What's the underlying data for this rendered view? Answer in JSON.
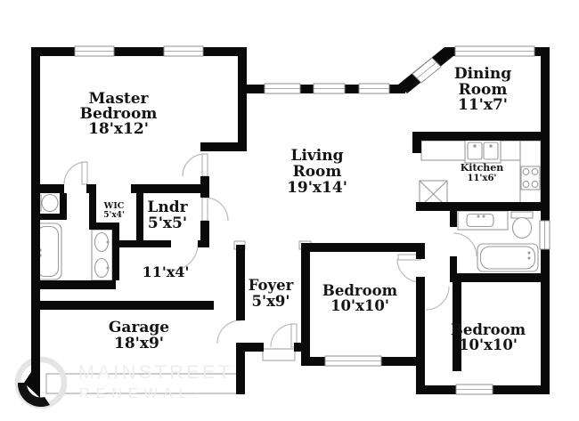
{
  "image": {
    "type": "residential floor plan"
  },
  "colors": {
    "wall": "#0a0a0a",
    "fixture_line": "#9b9b9b",
    "door_arc": "#bcbcbc",
    "window_frame": "#8f8f8f",
    "watermark": "#ededed"
  },
  "rooms": {
    "master_bedroom": {
      "line1": "Master",
      "line2": "Bedroom",
      "dims": "18'x12'"
    },
    "dining_room": {
      "line1": "Dining",
      "line2": "Room",
      "dims": "11'x7'"
    },
    "living_room": {
      "line1": "Living",
      "line2": "Room",
      "dims": "19'x14'"
    },
    "kitchen": {
      "line1": "Kitchen",
      "dims": "11'x6'"
    },
    "wic": {
      "line1": "WIC",
      "dims": "5'x4'"
    },
    "laundry": {
      "line1": "Lndr",
      "dims": "5'x5'"
    },
    "hallway": {
      "dims": "11'x4'"
    },
    "foyer": {
      "line1": "Foyer",
      "dims": "5'x9'"
    },
    "garage": {
      "line1": "Garage",
      "dims": "18'x9'"
    },
    "bedroom_1": {
      "line1": "Bedroom",
      "dims": "10'x10'"
    },
    "bedroom_2": {
      "line1": "Bedroom",
      "dims": "10'x10'"
    }
  },
  "watermark": {
    "brand_line1": "MAINSTREET",
    "brand_line2": "RENEWAL."
  }
}
